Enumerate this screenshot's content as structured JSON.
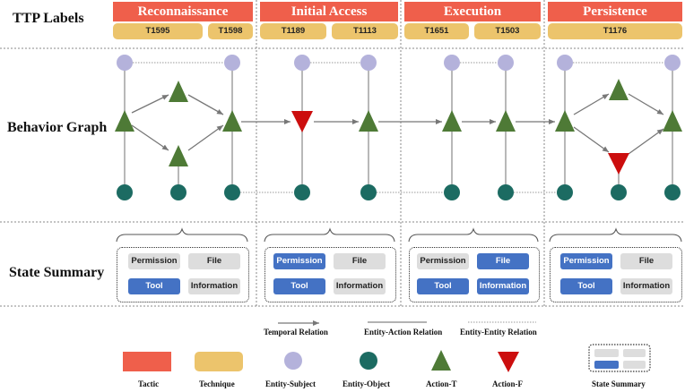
{
  "row_labels": {
    "ttp": "TTP  Labels",
    "behavior": "Behavior Graph",
    "state": "State Summary"
  },
  "tactics": [
    {
      "name": "Reconnaissance",
      "techniques": [
        "T1595",
        "T1598"
      ]
    },
    {
      "name": "Initial Access",
      "techniques": [
        "T1189",
        "T1113"
      ]
    },
    {
      "name": "Execution",
      "techniques": [
        "T1651",
        "T1503"
      ]
    },
    {
      "name": "Persistence",
      "techniques": [
        "T1176"
      ]
    }
  ],
  "state_summaries": [
    {
      "permission": "inactive",
      "file": "inactive",
      "tool": "active",
      "information": "inactive"
    },
    {
      "permission": "active",
      "file": "inactive",
      "tool": "active",
      "information": "inactive"
    },
    {
      "permission": "inactive",
      "file": "active",
      "tool": "active",
      "information": "active"
    },
    {
      "permission": "active",
      "file": "inactive",
      "tool": "active",
      "information": "inactive"
    }
  ],
  "state_items": {
    "permission": "Permission",
    "file": "File",
    "tool": "Tool",
    "information": "Information"
  },
  "legend": {
    "temporal": "Temporal Relation",
    "entity_action": "Entity-Action Relation",
    "entity_entity": "Entity-Entity Relation",
    "tactic": "Tactic",
    "technique": "Technique",
    "entity_subject": "Entity-Subject",
    "entity_object": "Entity-Object",
    "action_t": "Action-T",
    "action_f": "Action-F",
    "state_summary": "State Summary"
  },
  "colors": {
    "tactic": "#ef5f4b",
    "technique": "#ecc46c",
    "entity_subject": "#b4b2db",
    "entity_object": "#1c6b62",
    "action_t": "#4e7a36",
    "action_f": "#cc0e0e",
    "state_active": "#4472c4",
    "state_inactive": "#dddddd"
  }
}
